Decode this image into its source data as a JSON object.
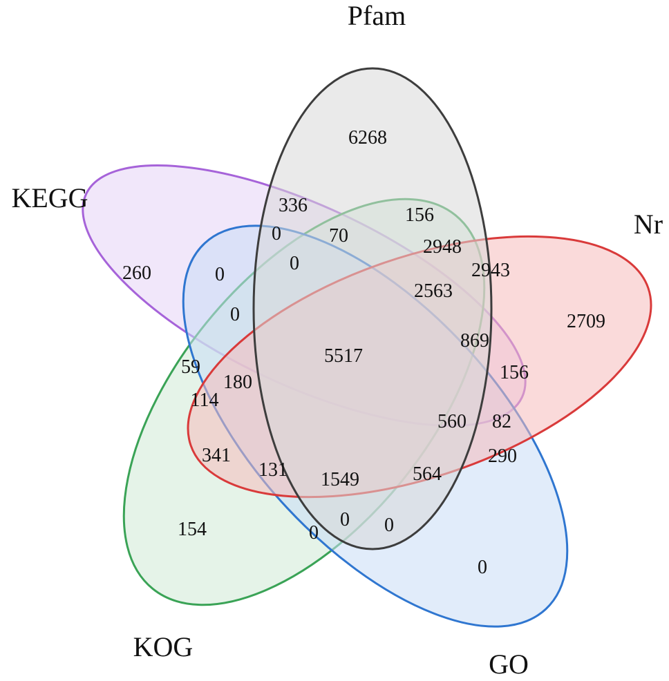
{
  "diagram": {
    "sets": [
      {
        "name": "Pfam",
        "fill": "#d9d9d9",
        "stroke": "#3d3d3d"
      },
      {
        "name": "KEGG",
        "fill": "#e6d4f5",
        "stroke": "#a663d9"
      },
      {
        "name": "Nr",
        "fill": "#f5bcbc",
        "stroke": "#d93a3a"
      },
      {
        "name": "KOG",
        "fill": "#cfe9d6",
        "stroke": "#3aa356"
      },
      {
        "name": "GO",
        "fill": "#c9dcf5",
        "stroke": "#2f76d0"
      }
    ],
    "counts": [
      "6268",
      "336",
      "156",
      "0",
      "70",
      "2948",
      "2943",
      "260",
      "0",
      "0",
      "2563",
      "2709",
      "0",
      "869",
      "5517",
      "59",
      "180",
      "156",
      "114",
      "560",
      "82",
      "341",
      "290",
      "131",
      "1549",
      "564",
      "154",
      "0",
      "0",
      "0",
      "0"
    ]
  }
}
